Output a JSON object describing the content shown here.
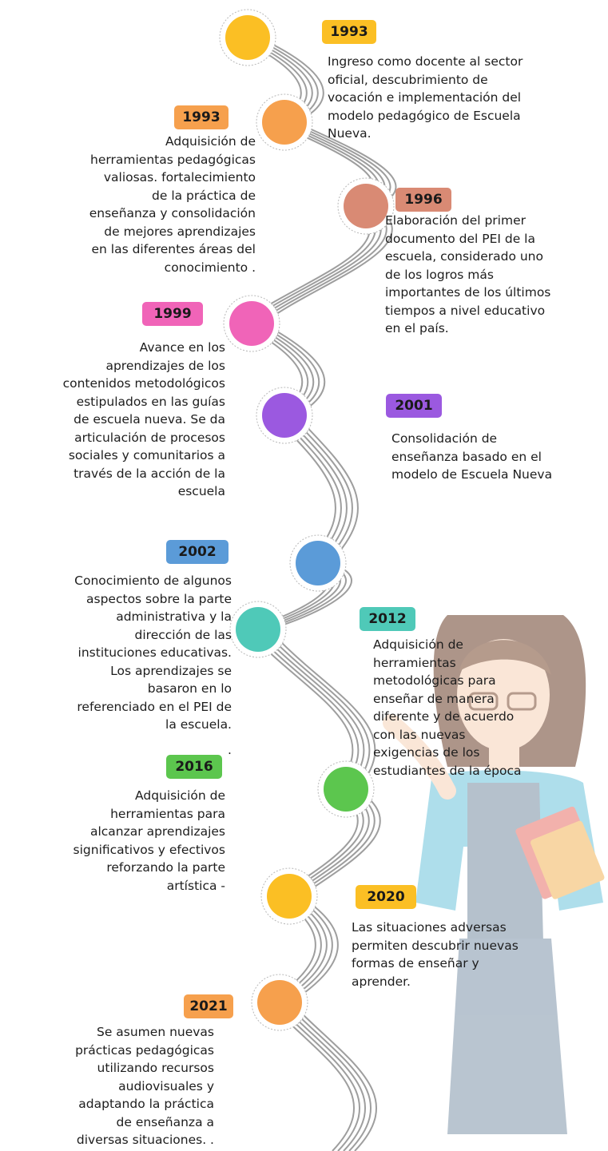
{
  "colors": {
    "yellow": "#fbbf24",
    "orange": "#f6a04d",
    "salmon": "#d98a74",
    "pink": "#f064b8",
    "purple": "#9b59e0",
    "blue": "#5b9bd8",
    "teal": "#4fc9b8",
    "green": "#5cc64e",
    "road": "#9e9e9e"
  },
  "milestones": [
    {
      "year": "1993",
      "side": "right",
      "color": "yellow",
      "text": [
        "Ingreso como docente al sector",
        "oficial, descubrimiento de",
        "vocación e implementación del",
        "modelo pedagógico de Escuela",
        "Nueva."
      ]
    },
    {
      "year": "1993",
      "side": "left",
      "color": "orange",
      "text": [
        "Adquisición de",
        "herramientas pedagógicas",
        "valiosas. fortalecimiento",
        "de la práctica de",
        "enseñanza y consolidación",
        "de mejores aprendizajes",
        "en las diferentes áreas del",
        "conocimiento ."
      ]
    },
    {
      "year": "1996",
      "side": "right",
      "color": "salmon",
      "text": [
        "Elaboración del primer",
        "documento del PEI de la",
        "escuela, considerado uno",
        "de los logros más",
        "importantes de los últimos",
        "tiempos a nivel educativo",
        "en el país."
      ]
    },
    {
      "year": "1999",
      "side": "left",
      "color": "pink",
      "text": [
        "Avance en los",
        "aprendizajes de los",
        "contenidos metodológicos",
        "estipulados en las guías",
        "de escuela nueva. Se da",
        "articulación de procesos",
        "sociales y comunitarios a",
        "través de la acción de la",
        "escuela"
      ]
    },
    {
      "year": "2001",
      "side": "right",
      "color": "purple",
      "text": [
        "Consolidación de",
        "enseñanza basado en el",
        "modelo de Escuela Nueva"
      ]
    },
    {
      "year": "2002",
      "side": "left",
      "color": "blue",
      "text": [
        "Conocimiento de algunos",
        "aspectos sobre la parte",
        "administrativa y la",
        "dirección de las",
        "instituciones educativas.",
        "Los aprendizajes se",
        "basaron en lo",
        "referenciado en el PEI de",
        "la escuela."
      ]
    },
    {
      "year": "2012",
      "side": "right",
      "color": "teal",
      "text": [
        "Adquisición  de",
        "herramientas",
        "metodológicas para",
        "enseñar de manera",
        "diferente y de acuerdo",
        "con las nuevas",
        "exigencias de los",
        "estudiantes de la época"
      ]
    },
    {
      "year": "2016",
      "side": "left",
      "color": "green",
      "text": [
        "Adquisición de",
        "herramientas para",
        "alcanzar aprendizajes",
        "significativos y efectivos",
        "reforzando la parte",
        "artística -"
      ]
    },
    {
      "year": "2020",
      "side": "right",
      "color": "yellow",
      "text": [
        "Las situaciones adversas",
        "permiten descubrir nuevas",
        "formas de enseñar y",
        "aprender."
      ]
    },
    {
      "year": "2021",
      "side": "left",
      "color": "orange",
      "text": [
        "Se asumen  nuevas",
        "prácticas pedagógicas",
        "utilizando recursos",
        "audiovisuales  y",
        "adaptando la práctica",
        "de enseñanza a",
        "diversas situaciones. ."
      ]
    }
  ],
  "extra_dot": "."
}
